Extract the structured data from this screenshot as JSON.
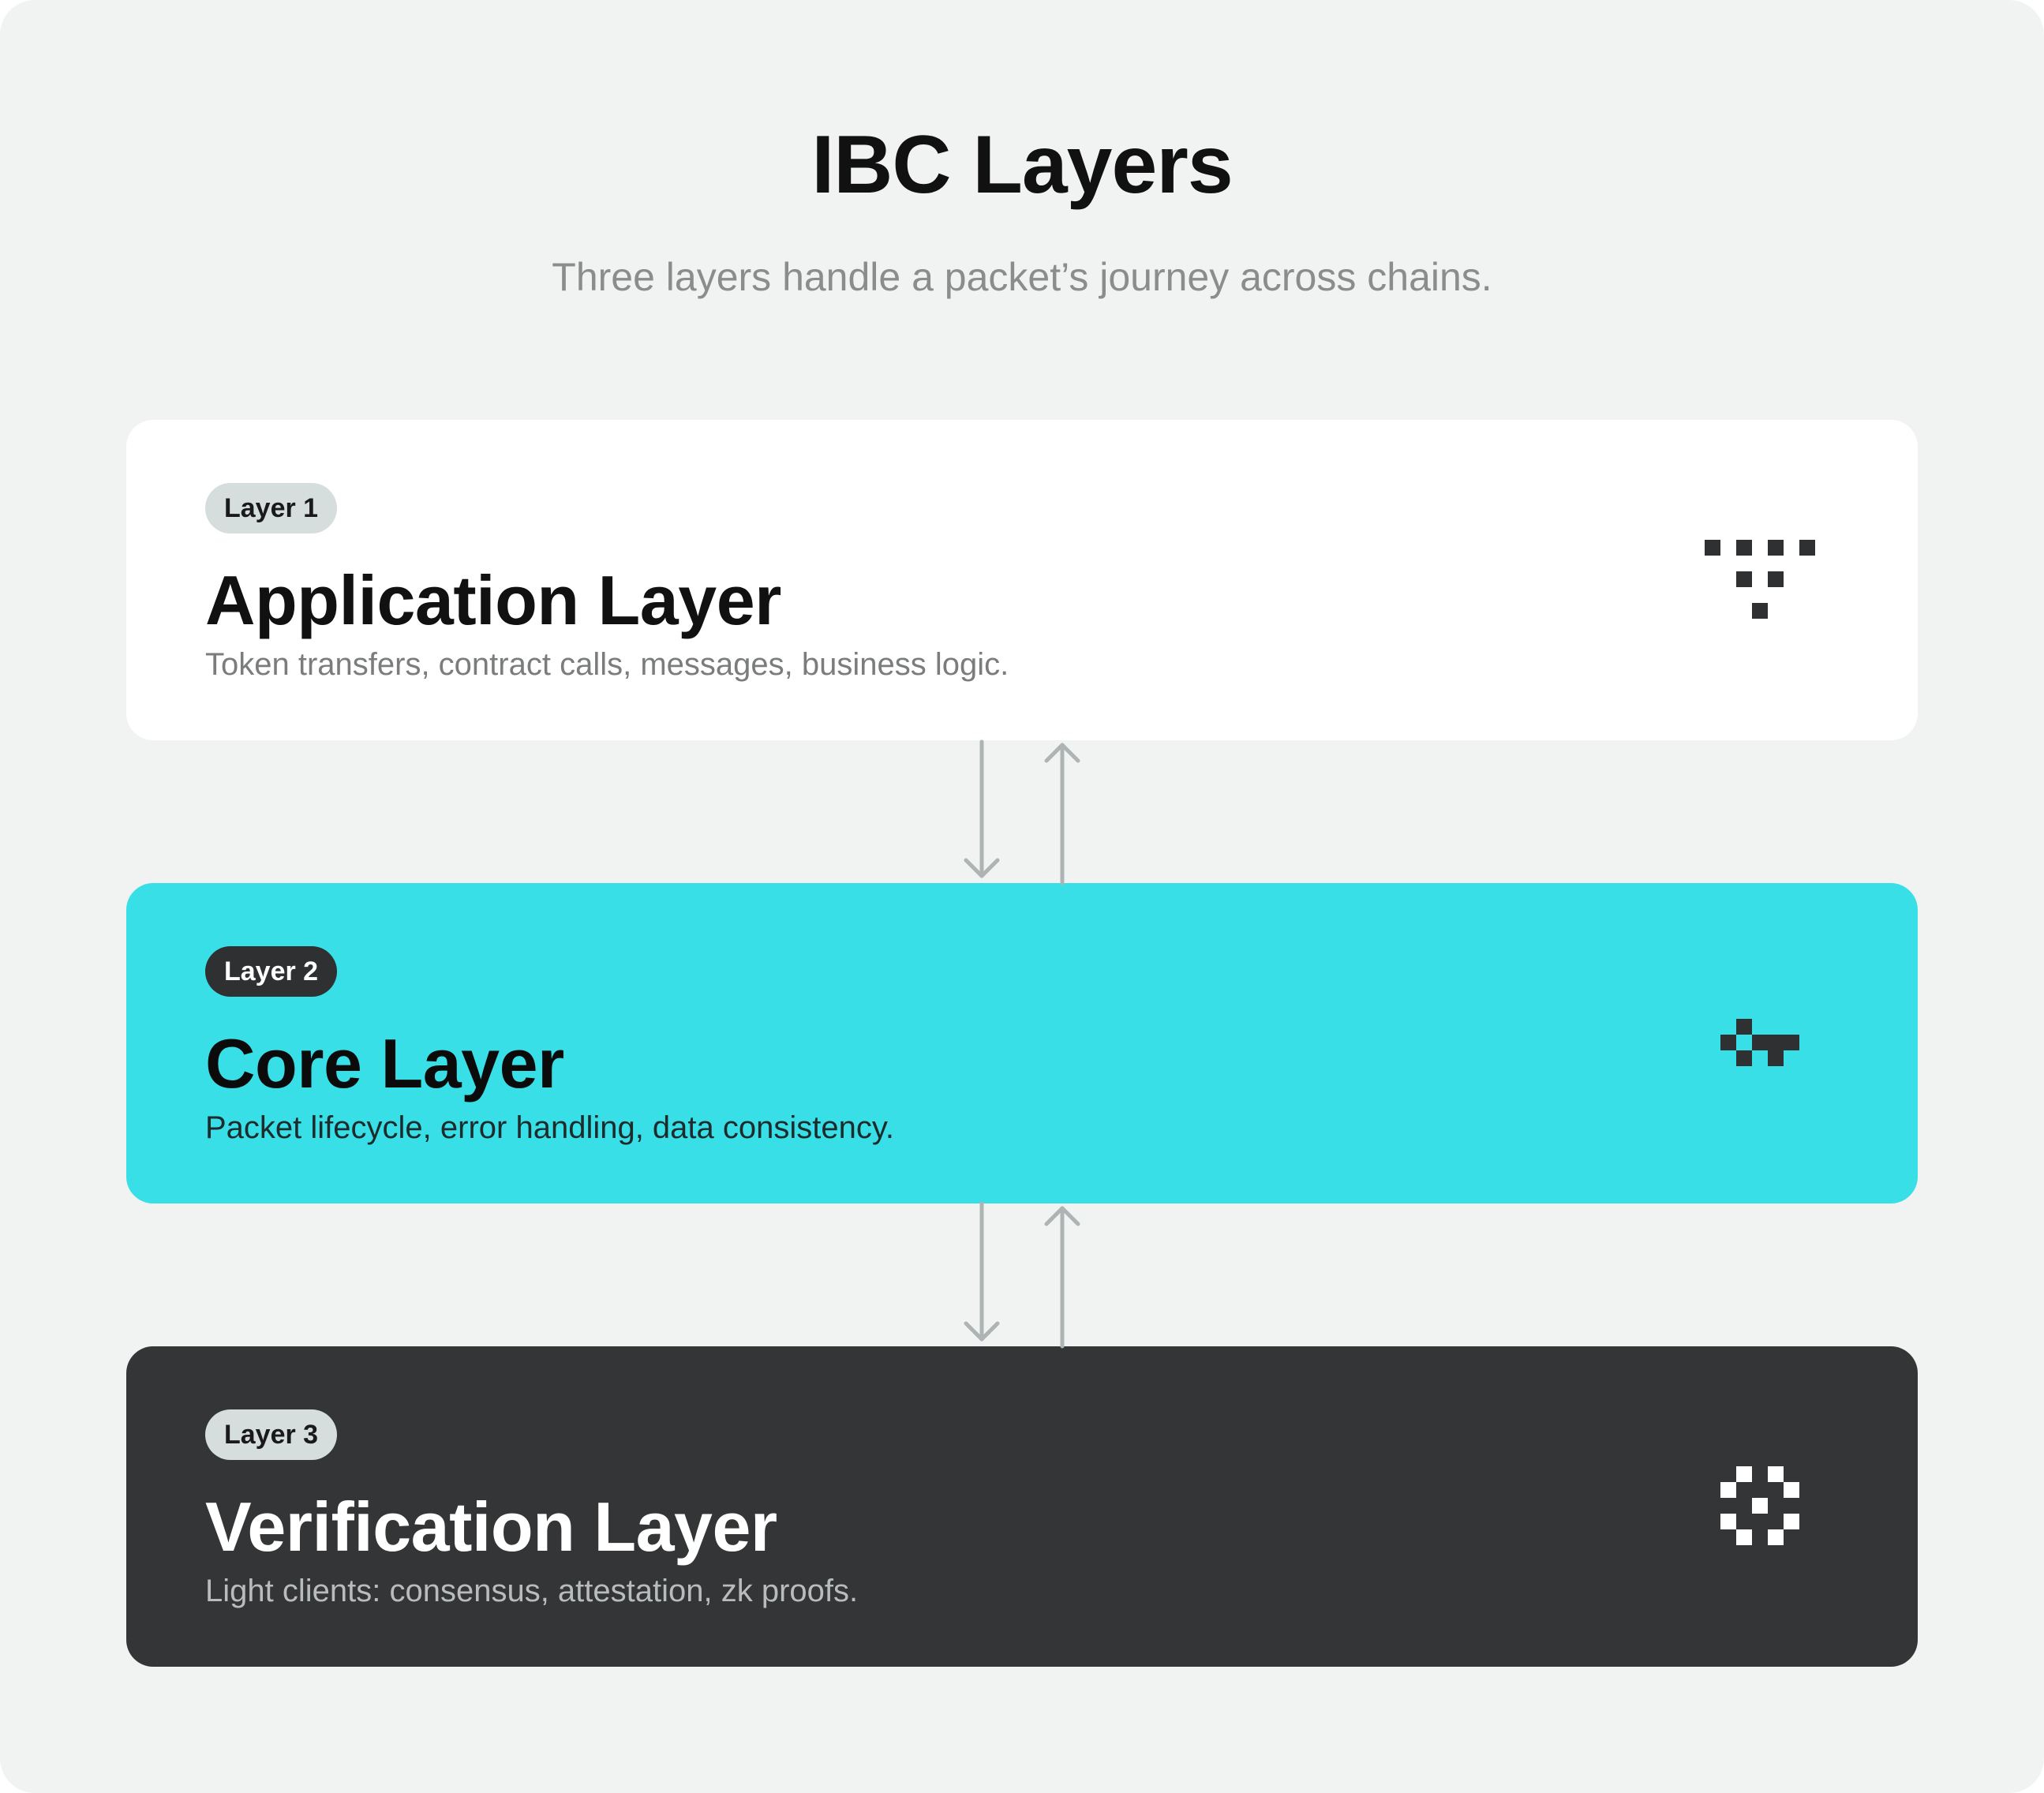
{
  "header": {
    "title": "IBC Layers",
    "subtitle": "Three layers handle a packet’s journey across chains."
  },
  "layers": [
    {
      "badge": "Layer 1",
      "title": "Application Layer",
      "description": "Token transfers, contract calls, messages, business logic.",
      "icon": "application-pixel-icon",
      "colors": {
        "background": "#ffffff",
        "badge_bg": "#d6dedd",
        "badge_text": "#1a1a1a",
        "title": "#111111",
        "description": "#7a7d7c",
        "icon": "#2f3031"
      }
    },
    {
      "badge": "Layer 2",
      "title": "Core Layer",
      "description": "Packet lifecycle, error handling, data consistency.",
      "icon": "core-pixel-icon",
      "colors": {
        "background": "#38dfe6",
        "badge_bg": "#2f3031",
        "badge_text": "#ffffff",
        "title": "#0b0b0b",
        "description": "#1e2b2c",
        "icon": "#2f3031"
      }
    },
    {
      "badge": "Layer 3",
      "title": "Verification Layer",
      "description": "Light clients: consensus, attestation, zk proofs.",
      "icon": "verification-pixel-icon",
      "colors": {
        "background": "#343536",
        "badge_bg": "#d6dedd",
        "badge_text": "#1a1a1a",
        "title": "#ffffff",
        "description": "#b9bcbc",
        "icon": "#ffffff"
      }
    }
  ],
  "connector_color": "#aeb4b3"
}
